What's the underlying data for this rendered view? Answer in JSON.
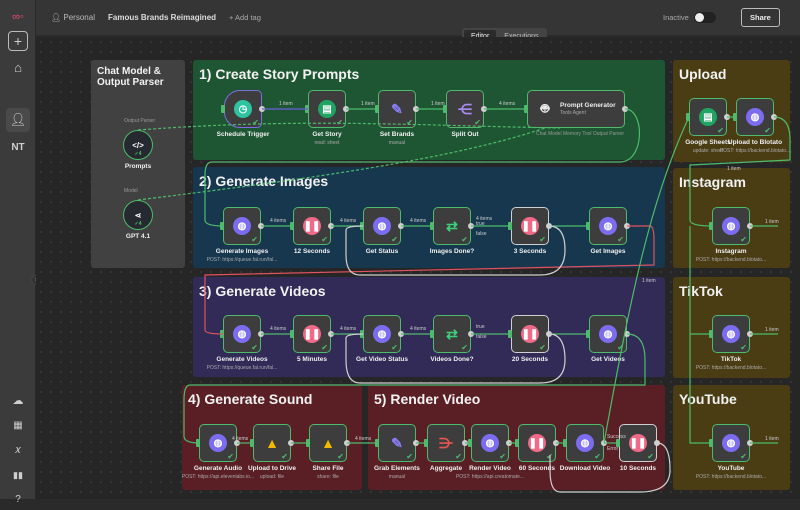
{
  "app": {
    "brand_color": "#ea4b71",
    "user_initials": "NT"
  },
  "header": {
    "project": "Personal",
    "workflow_title": "Famous Brands Reimagined",
    "add_tag": "+ Add tag",
    "status_label": "Inactive",
    "active": false,
    "share_label": "Share"
  },
  "tabs": [
    {
      "label": "Editor",
      "active": true
    },
    {
      "label": "Executions",
      "active": false
    }
  ],
  "groups": [
    {
      "id": "chat",
      "title": "Chat Model & Output Parser",
      "color": "#414141"
    },
    {
      "id": "g1",
      "title": "1) Create Story Prompts",
      "color": "#1e5633"
    },
    {
      "id": "g2",
      "title": "2) Generate Images",
      "color": "#17374f"
    },
    {
      "id": "g3",
      "title": "3) Generate Videos",
      "color": "#322a57"
    },
    {
      "id": "g4",
      "title": "4) Generate Sound",
      "color": "#5a1f25"
    },
    {
      "id": "g5",
      "title": "5) Render Video",
      "color": "#5a1f25"
    },
    {
      "id": "up",
      "title": "Upload",
      "color": "#4a3d14"
    },
    {
      "id": "ig",
      "title": "Instagram",
      "color": "#4a3d14"
    },
    {
      "id": "tt",
      "title": "TikTok",
      "color": "#4a3d14"
    },
    {
      "id": "yt",
      "title": "YouTube",
      "color": "#4a3d14"
    }
  ],
  "subnodes": [
    {
      "id": "prompts",
      "label": "Prompts",
      "port_label": "Output Parser",
      "icon": "code",
      "badge": "✓4"
    },
    {
      "id": "gpt",
      "label": "GPT 4.1",
      "port_label": "Model",
      "icon": "openai",
      "badge": "✓4"
    }
  ],
  "nodes": [
    {
      "id": "schedule",
      "label": "Schedule Trigger",
      "sub": "",
      "icon": "clock"
    },
    {
      "id": "getstory",
      "label": "Get Story",
      "sub": "read: sheet",
      "icon": "sheets"
    },
    {
      "id": "setbrands",
      "label": "Set Brands",
      "sub": "manual",
      "icon": "pencil"
    },
    {
      "id": "splitout",
      "label": "Split Out",
      "sub": "",
      "icon": "split"
    },
    {
      "id": "promptgen",
      "label": "Prompt Generator",
      "sub": "Tools Agent",
      "icon": "robot",
      "ports": "Chat Model  Memory  Tool  Output Parser"
    },
    {
      "id": "genimages",
      "label": "Generate Images",
      "sub": "POST: https://queue.fal.run/fal...",
      "icon": "globe"
    },
    {
      "id": "s12",
      "label": "12 Seconds",
      "sub": "",
      "icon": "pause"
    },
    {
      "id": "getstatus",
      "label": "Get Status",
      "sub": "",
      "icon": "globe"
    },
    {
      "id": "imgdone",
      "label": "Images Done?",
      "sub": "",
      "icon": "if"
    },
    {
      "id": "s3",
      "label": "3 Seconds",
      "sub": "",
      "icon": "pause",
      "selected": true
    },
    {
      "id": "getimages",
      "label": "Get Images",
      "sub": "",
      "icon": "globe"
    },
    {
      "id": "genvideos",
      "label": "Generate Videos",
      "sub": "POST: https://queue.fal.run/fal...",
      "icon": "globe"
    },
    {
      "id": "m5",
      "label": "5 Minutes",
      "sub": "",
      "icon": "pause"
    },
    {
      "id": "getvidstatus",
      "label": "Get Video Status",
      "sub": "",
      "icon": "globe"
    },
    {
      "id": "viddone",
      "label": "Videos Done?",
      "sub": "",
      "icon": "if"
    },
    {
      "id": "s20",
      "label": "20 Seconds",
      "sub": "",
      "icon": "pause",
      "selected": true
    },
    {
      "id": "getvideos",
      "label": "Get Videos",
      "sub": "",
      "icon": "globe"
    },
    {
      "id": "genaudio",
      "label": "Generate Audio",
      "sub": "POST: https://api.elevenlabs.io...",
      "icon": "globe"
    },
    {
      "id": "updrive",
      "label": "Upload to Drive",
      "sub": "upload: file",
      "icon": "drive"
    },
    {
      "id": "share",
      "label": "Share File",
      "sub": "share: file",
      "icon": "drive"
    },
    {
      "id": "grab",
      "label": "Grab Elements",
      "sub": "manual",
      "icon": "pencil"
    },
    {
      "id": "aggregate",
      "label": "Aggregate",
      "sub": "",
      "icon": "aggregate"
    },
    {
      "id": "render",
      "label": "Render Video",
      "sub": "POST: https://api.creatomate...",
      "icon": "globe"
    },
    {
      "id": "s60",
      "label": "60 Seconds",
      "sub": "",
      "icon": "pause"
    },
    {
      "id": "download",
      "label": "Download Video",
      "sub": "",
      "icon": "globe"
    },
    {
      "id": "s10",
      "label": "10 Seconds",
      "sub": "",
      "icon": "pause",
      "selected": true
    },
    {
      "id": "gsheets",
      "label": "Google Sheets",
      "sub": "update: sheet",
      "icon": "sheets"
    },
    {
      "id": "blotato",
      "label": "Upload to Blotato",
      "sub": "POST: https://backend.blotato...",
      "icon": "globe"
    },
    {
      "id": "instagram",
      "label": "Instagram",
      "sub": "POST: https://backend.blotato...",
      "icon": "globe"
    },
    {
      "id": "tiktok",
      "label": "TikTok",
      "sub": "POST: https://backend.blotato...",
      "icon": "globe"
    },
    {
      "id": "youtube",
      "label": "YouTube",
      "sub": "POST: https://backend.blotato...",
      "icon": "globe"
    }
  ],
  "edge_labels": [
    "1 item",
    "1 item",
    "1 item",
    "4 items",
    "4 items",
    "4 items",
    "4 items",
    "4 items",
    "4 items",
    "4 items",
    "4 items",
    "4 items",
    "4 items",
    "true",
    "false",
    "true",
    "false",
    "1 item",
    "1 item",
    "1 item",
    "1 item",
    "1 item",
    "Success",
    "Error"
  ]
}
